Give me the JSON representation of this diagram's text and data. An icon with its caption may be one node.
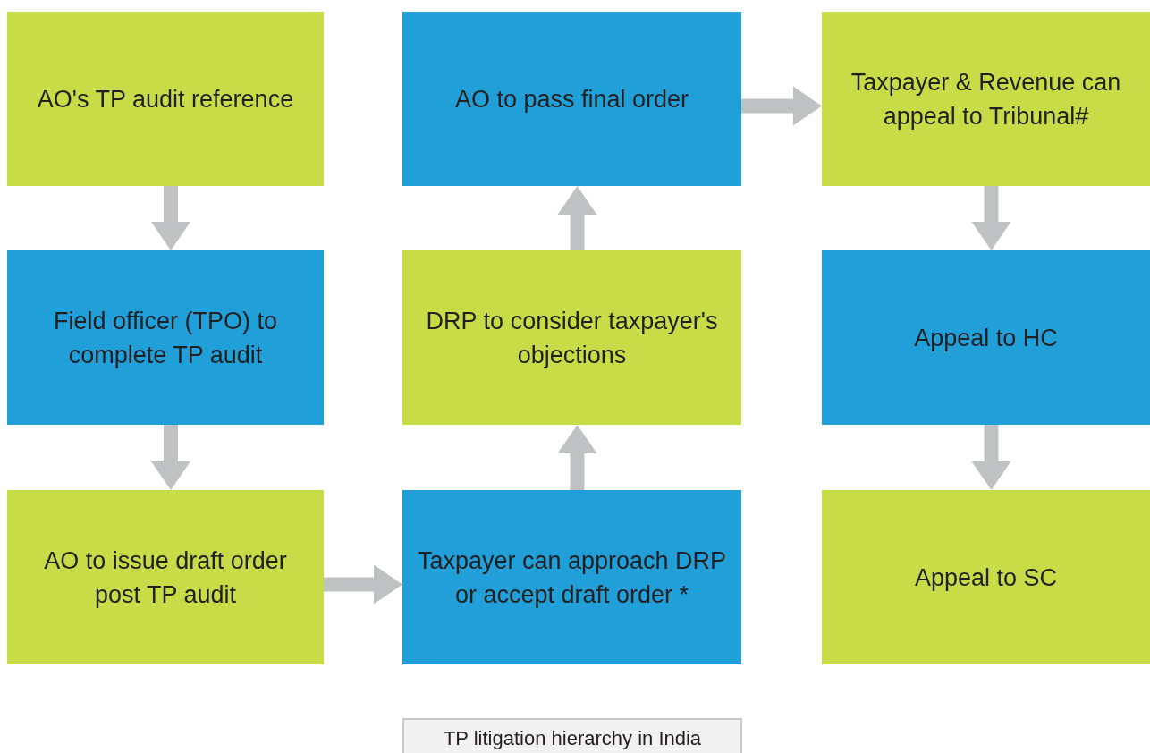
{
  "diagram": {
    "caption": "TP litigation hierarchy in India",
    "nodes": [
      {
        "text": [
          "AO's TP audit reference"
        ]
      },
      {
        "text": [
          "Field officer (TPO) to complete TP audit"
        ]
      },
      {
        "text": [
          "AO to issue draft order post TP audit"
        ]
      },
      {
        "text": [
          "Taxpayer can approach DRP or accept draft order *"
        ]
      },
      {
        "text": [
          "DRP to consider taxpayer's objections"
        ]
      },
      {
        "text": [
          "AO to pass final order"
        ]
      },
      {
        "text": [
          "Taxpayer & Revenue can appeal to Tribunal#"
        ]
      },
      {
        "text": [
          "Appeal to HC"
        ]
      },
      {
        "text": [
          "Appeal to SC"
        ]
      }
    ],
    "edges": [
      {
        "from": 0,
        "to": 1,
        "arrow": "to"
      },
      {
        "from": 1,
        "to": 2,
        "arrow": "to"
      },
      {
        "from": 2,
        "to": 3,
        "arrow": "to"
      },
      {
        "from": 3,
        "to": 4,
        "arrow": "to"
      },
      {
        "from": 4,
        "to": 5,
        "arrow": "to"
      },
      {
        "from": 5,
        "to": 6,
        "arrow": "to"
      },
      {
        "from": 6,
        "to": 7,
        "arrow": "to"
      },
      {
        "from": 7,
        "to": 8,
        "arrow": "to"
      }
    ]
  }
}
